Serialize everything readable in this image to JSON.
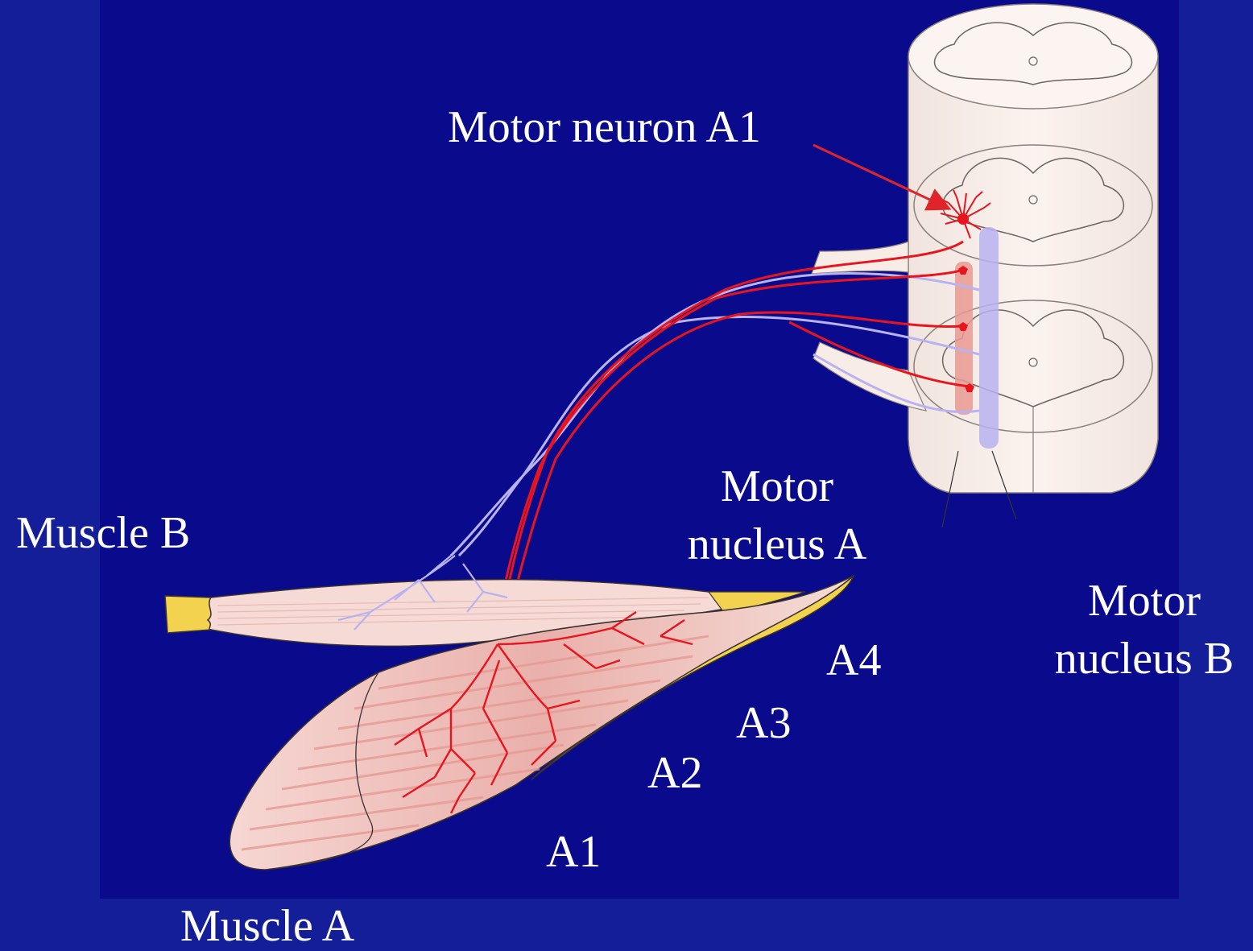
{
  "labels": {
    "motor_neuron_a1": "Motor neuron A1",
    "motor_nucleus_a_line1": "Motor",
    "motor_nucleus_a_line2": "nucleus A",
    "motor_nucleus_b_line1": "Motor",
    "motor_nucleus_b_line2": "nucleus B",
    "muscle_b": "Muscle B",
    "muscle_a": "Muscle A",
    "unit_a4": "A4",
    "unit_a3": "A3",
    "unit_a2": "A2",
    "unit_a1": "A1"
  },
  "colors": {
    "background": "#141e99",
    "panel": "#0a0a8c",
    "muscle_a_motor_units": "#e8141e",
    "muscle_b_motor_units": "#b9b2f0",
    "tendon": "#f2d24e",
    "spinal_cord": "#f8ece6",
    "label_text": "#ffffff",
    "pointer_arrow": "#e0242a"
  }
}
